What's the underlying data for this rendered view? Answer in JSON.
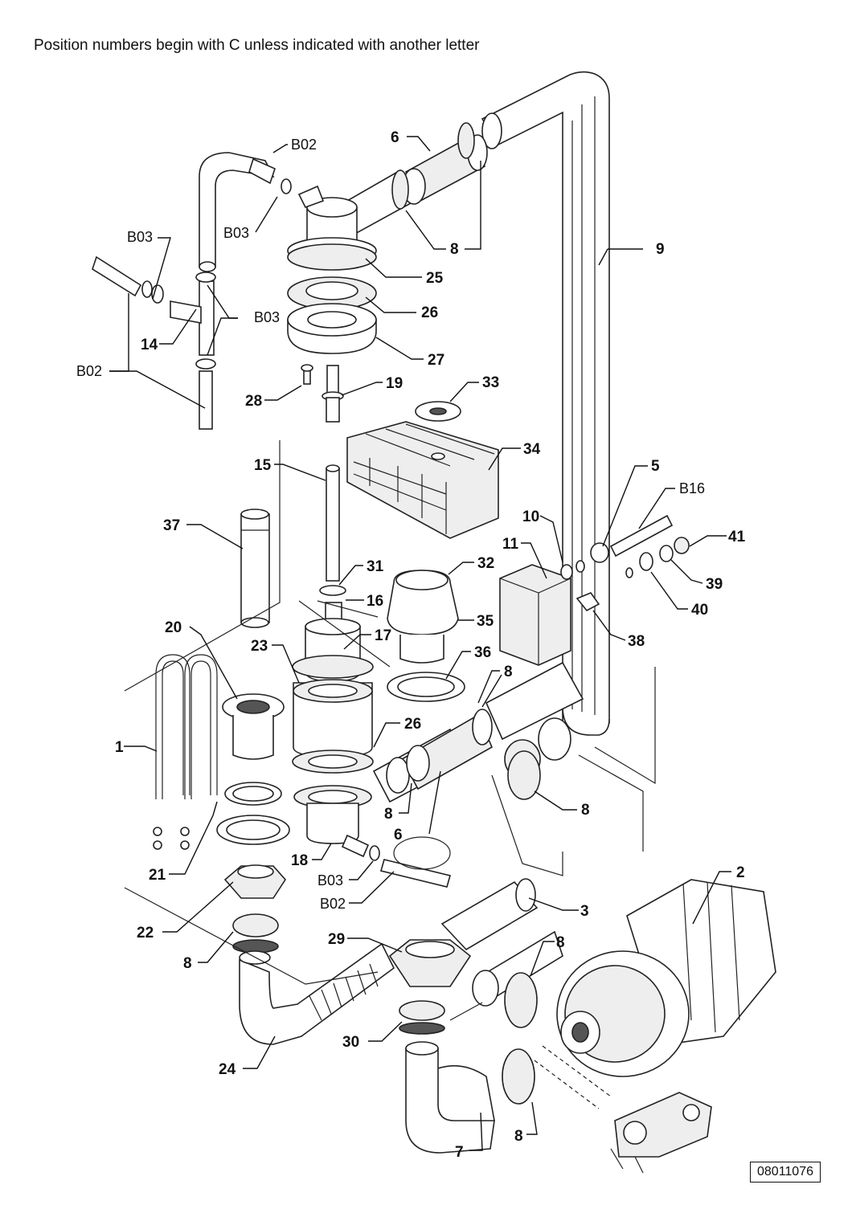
{
  "header": {
    "note": "Position numbers begin with C unless indicated with another letter"
  },
  "drawing_code": "08011076",
  "callouts": {
    "c1": "1",
    "c2": "2",
    "c3": "3",
    "c5": "5",
    "c6a": "6",
    "c6b": "6",
    "c7": "7",
    "c8a": "8",
    "c8b": "8",
    "c8c": "8",
    "c8d": "8",
    "c8e": "8",
    "c8f": "8",
    "c8g": "8",
    "c9": "9",
    "c10": "10",
    "c11": "11",
    "c14": "14",
    "c15": "15",
    "c16": "16",
    "c17": "17",
    "c18": "18",
    "c19": "19",
    "c20": "20",
    "c21": "21",
    "c22": "22",
    "c23": "23",
    "c24": "24",
    "c25": "25",
    "c26a": "26",
    "c26b": "26",
    "c27": "27",
    "c28": "28",
    "c29": "29",
    "c30": "30",
    "c31": "31",
    "c32": "32",
    "c33": "33",
    "c34": "34",
    "c35": "35",
    "c36": "36",
    "c37": "37",
    "c38": "38",
    "c39": "39",
    "c40": "40",
    "c41": "41",
    "b02a": "B02",
    "b02b": "B02",
    "b02c": "B02",
    "b03a": "B03",
    "b03b": "B03",
    "b03c": "B03",
    "b03d": "B03",
    "b16": "B16"
  }
}
